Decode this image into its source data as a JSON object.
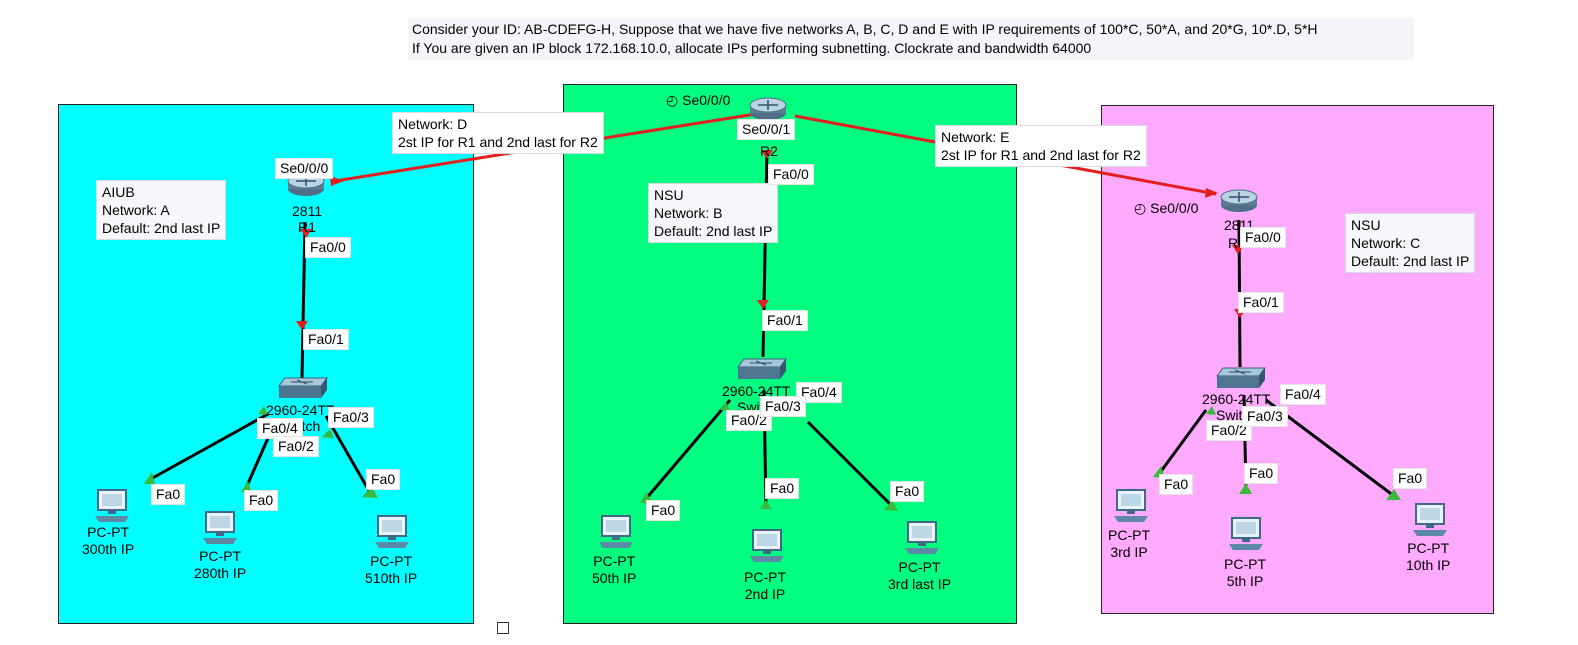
{
  "header": {
    "line1": "Consider your ID: AB-CDEFG-H, Suppose that we have five networks A, B, C, D and E with IP requirements of 100*C, 50*A, and 20*G, 10*.D, 5*H",
    "line2": "If You are given an IP block 172.168.10.0, allocate IPs performing subnetting.  Clockrate and bandwidth 64000"
  },
  "colors": {
    "network_a": "#00ffff",
    "network_b": "#00ff80",
    "network_c": "#ffaaff",
    "serial_link": "#e41e1e",
    "ethernet_link": "#000000"
  },
  "networks": {
    "a": {
      "line1": "AIUB",
      "line2": "Network: A",
      "line3": "Default: 2nd last IP"
    },
    "b": {
      "line1": "NSU",
      "line2": "Network: B",
      "line3": "Default: 2nd last IP"
    },
    "c": {
      "line1": "NSU",
      "line2": "Network: C",
      "line3": "Default: 2nd last IP"
    },
    "d": {
      "line1": "Network: D",
      "line2": "2st IP for R1 and 2nd last for R2"
    },
    "e": {
      "line1": "Network: E",
      "line2": "2st IP for R1 and 2nd last for R2"
    }
  },
  "devices": {
    "r1": {
      "model": "2811",
      "name": "R1",
      "serial": "Se0/0/0",
      "fa_label": "Fa0/0"
    },
    "r2": {
      "name": "R2",
      "serial_top": "Se0/0/0",
      "serial_bottom": "Se0/0/1",
      "fa_label": "Fa0/0"
    },
    "r3": {
      "model": "2811",
      "name": "R3",
      "serial": "Se0/0/0",
      "fa_label": "Fa0/0"
    },
    "sw_a": {
      "model": "2960-24TT",
      "name": "Switch",
      "uplink": "Fa0/1",
      "ports": [
        "Fa0/4",
        "Fa0/2",
        "Fa0/3"
      ]
    },
    "sw_b": {
      "model": "2960-24TT",
      "name": "Switch",
      "uplink": "Fa0/1",
      "ports": [
        "Fa0/4",
        "Fa0/2",
        "Fa0/3"
      ]
    },
    "sw_c": {
      "model": "2960-24TT",
      "name": "Switch",
      "uplink": "Fa0/1",
      "ports": [
        "Fa0/4",
        "Fa0/2",
        "Fa0/3"
      ]
    }
  },
  "pcs": {
    "a": [
      {
        "type": "PC-PT",
        "ip": "300th IP",
        "port": "Fa0"
      },
      {
        "type": "PC-PT",
        "ip": "280th IP",
        "port": "Fa0"
      },
      {
        "type": "PC-PT",
        "ip": "510th IP",
        "port": "Fa0"
      }
    ],
    "b": [
      {
        "type": "PC-PT",
        "ip": "50th IP",
        "port": "Fa0"
      },
      {
        "type": "PC-PT",
        "ip": "2nd IP",
        "port": "Fa0"
      },
      {
        "type": "PC-PT",
        "ip": "3rd last IP",
        "port": "Fa0"
      }
    ],
    "c": [
      {
        "type": "PC-PT",
        "ip": "3rd IP",
        "port": "Fa0"
      },
      {
        "type": "PC-PT",
        "ip": "5th IP",
        "port": "Fa0"
      },
      {
        "type": "PC-PT",
        "ip": "10th IP",
        "port": "Fa0"
      }
    ]
  },
  "icons": {
    "router": "router-icon",
    "switch": "switch-icon",
    "pc": "pc-icon",
    "clock": "clock-icon"
  }
}
